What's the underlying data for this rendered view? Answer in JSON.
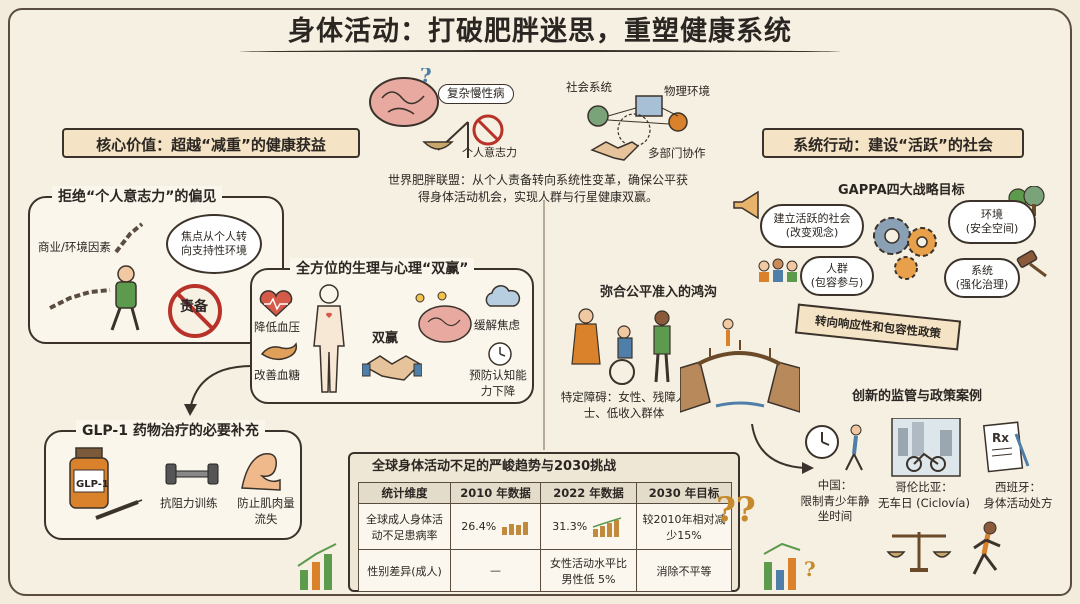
{
  "title": "身体活动：打破肥胖迷思，重塑健康系统",
  "center_top": {
    "complex_disease": "复杂慢性病",
    "individual_will": "个人意志力",
    "social_system": "社会系统",
    "physical_env": "物理环境",
    "multi_dept": "多部门协作",
    "statement": "世界肥胖联盟：从个人责备转向系统性变革，确保公平获得身体活动机会，实现人群与行星健康双赢。"
  },
  "left": {
    "ribbon": "核心价值：超越“减重”的健康获益",
    "willpower_panel": {
      "title": "拒绝“个人意志力”的偏见",
      "commercial": "商业/环境因素",
      "focus_bubble": "焦点从个人转向支持性环境",
      "blame_sign": "责备"
    },
    "double_win_panel": {
      "title": "全方位的生理与心理“双赢”",
      "lower_bp": "降低血压",
      "improve_glucose": "改善血糖",
      "win_win": "双赢",
      "relieve_anxiety": "缓解焦虑",
      "prevent_decline": "预防认知能力下降"
    },
    "glp1_panel": {
      "title": "GLP-1 药物治疗的必要补充",
      "bottle_label": "GLP-1",
      "resistance": "抗阻力训练",
      "muscle": "防止肌肉量流失"
    }
  },
  "middle": {
    "equity_title": "弥合公平准入的鸿沟",
    "barriers": "特定障碍：女性、残障人士、低收入群体",
    "bridge_flag": "转向响应性和包容性政策"
  },
  "right": {
    "ribbon": "系统行动：建设“活跃”的社会",
    "gappa_title": "GAPPA四大战略目标",
    "goals": [
      {
        "label": "建立活跃的社会",
        "sub": "(改变观念)"
      },
      {
        "label": "环境",
        "sub": "(安全空间)"
      },
      {
        "label": "人群",
        "sub": "(包容参与)"
      },
      {
        "label": "系统",
        "sub": "(强化治理)"
      }
    ],
    "innovation_title": "创新的监管与政策案例",
    "cases": [
      {
        "country": "中国：",
        "text": "限制青少年静坐时间"
      },
      {
        "country": "哥伦比亚：",
        "text": "无车日 (Ciclovía)"
      },
      {
        "country": "西班牙：",
        "text": "身体活动处方"
      }
    ]
  },
  "table": {
    "title": "全球身体活动不足的严峻趋势与2030挑战",
    "headers": [
      "统计维度",
      "2010 年数据",
      "2022 年数据",
      "2030 年目标"
    ],
    "rows": [
      [
        "全球成人身体活动不足患病率",
        "26.4%",
        "31.3%",
        "较2010年相对减少15%"
      ],
      [
        "性别差异(成人)",
        "—",
        "女性活动水平比男性低 5%",
        "消除不平等"
      ]
    ]
  },
  "colors": {
    "ink": "#2b2622",
    "paper": "#f6f0e2",
    "ribbon": "#f4e3c4",
    "accent_orange": "#d9822b",
    "accent_green": "#5c9a4d",
    "accent_blue": "#4f7fa8",
    "alert_red": "#b8322a"
  }
}
